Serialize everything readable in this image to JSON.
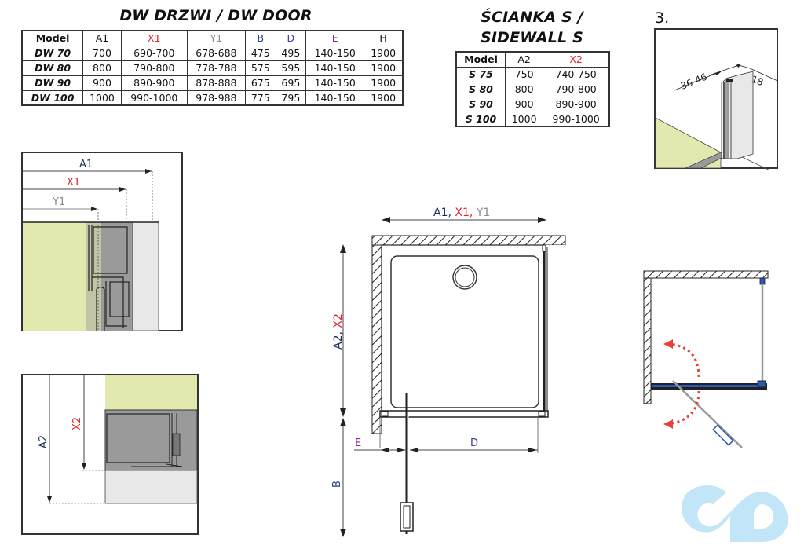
{
  "colors": {
    "x_red": "#e3242b",
    "y_grey": "#8c8c8c",
    "b_blue": "#2b3e8f",
    "d_blue": "#3a3aa0",
    "e_purple": "#8a2b8a",
    "wall_green": "#e2e8ae",
    "profile_grey": "#9a9a9a",
    "light_grey": "#e6e6e6",
    "glass_blue": "#2b58b8",
    "arrow_red": "#e8413a",
    "logo_blue": "#c2e5f7"
  },
  "door_table": {
    "title": "DW DRZWI / DW DOOR",
    "headers": [
      "Model",
      "A1",
      "X1",
      "Y1",
      "B",
      "D",
      "E",
      "H"
    ],
    "rows": [
      [
        "DW 70",
        "700",
        "690-700",
        "678-688",
        "475",
        "495",
        "140-150",
        "1900"
      ],
      [
        "DW 80",
        "800",
        "790-800",
        "778-788",
        "575",
        "595",
        "140-150",
        "1900"
      ],
      [
        "DW 90",
        "900",
        "890-900",
        "878-888",
        "675",
        "695",
        "140-150",
        "1900"
      ],
      [
        "DW 100",
        "1000",
        "990-1000",
        "978-988",
        "775",
        "795",
        "140-150",
        "1900"
      ]
    ]
  },
  "sidewall_table": {
    "title_line1": "ŚCIANKA S /",
    "title_line2": "SIDEWALL S",
    "headers": [
      "Model",
      "A2",
      "X2"
    ],
    "rows": [
      [
        "S 75",
        "750",
        "740-750"
      ],
      [
        "S 80",
        "800",
        "790-800"
      ],
      [
        "S 90",
        "900",
        "890-900"
      ],
      [
        "S 100",
        "1000",
        "990-1000"
      ]
    ]
  },
  "step3": {
    "label": "3.",
    "dim_profile": "36-46",
    "dim_depth": "18"
  },
  "detail_a1": {
    "labels": {
      "a1": "A1",
      "x1": "X1",
      "y1": "Y1"
    }
  },
  "detail_a2": {
    "labels": {
      "a2": "A2",
      "x2": "X2"
    }
  },
  "plan": {
    "top_dim": {
      "a1": "A1",
      "sep1": ", ",
      "x1": "X1",
      "sep2": ", ",
      "y1": "Y1"
    },
    "side_dim": {
      "a2": "A2",
      "sep": ", ",
      "x2": "X2"
    },
    "b_label": "B",
    "e_label": "E",
    "d_label": "D"
  }
}
